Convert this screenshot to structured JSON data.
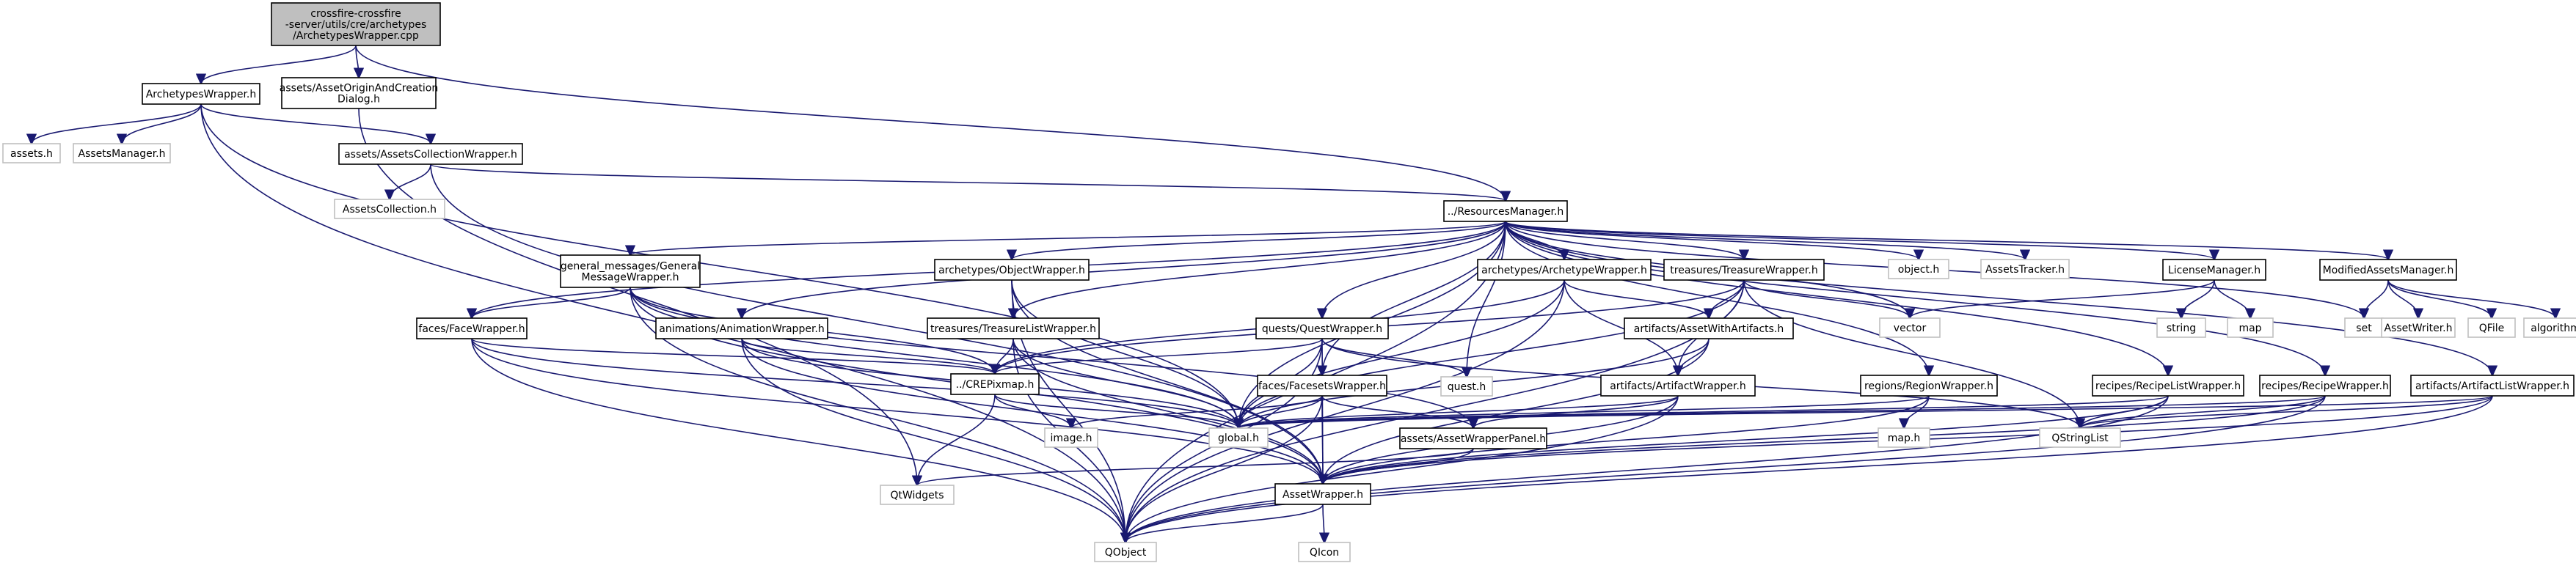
{
  "diagram": {
    "type": "include-dependency-graph",
    "colors": {
      "edge": "#191970",
      "root_fill": "#bfbfbf",
      "external_border": "#bfbfbf",
      "node_border": "#000000"
    },
    "nodes": [
      {
        "id": "root",
        "lines": [
          "crossfire-crossfire",
          "-server/utils/cre/archetypes",
          "/ArchetypesWrapper.cpp"
        ],
        "kind": "root"
      },
      {
        "id": "archetypeswrapper_h",
        "lines": [
          "ArchetypesWrapper.h"
        ],
        "kind": "file"
      },
      {
        "id": "assetorigin_h",
        "lines": [
          "assets/AssetOriginAndCreation",
          "Dialog.h"
        ],
        "kind": "file"
      },
      {
        "id": "assets_h",
        "lines": [
          "assets.h"
        ],
        "kind": "external"
      },
      {
        "id": "assetsmanager_h",
        "lines": [
          "AssetsManager.h"
        ],
        "kind": "external"
      },
      {
        "id": "assetscollectionwrapper_h",
        "lines": [
          "assets/AssetsCollectionWrapper.h"
        ],
        "kind": "file"
      },
      {
        "id": "assetscollection_h",
        "lines": [
          "AssetsCollection.h"
        ],
        "kind": "external"
      },
      {
        "id": "resourcesmanager_h",
        "lines": [
          "../ResourcesManager.h"
        ],
        "kind": "file"
      },
      {
        "id": "generalmessagewrapper_h",
        "lines": [
          "general_messages/General",
          "MessageWrapper.h"
        ],
        "kind": "file"
      },
      {
        "id": "objectwrapper_h",
        "lines": [
          "archetypes/ObjectWrapper.h"
        ],
        "kind": "file"
      },
      {
        "id": "archetypewrapper_h",
        "lines": [
          "archetypes/ArchetypeWrapper.h"
        ],
        "kind": "file"
      },
      {
        "id": "treasurewrapper_h",
        "lines": [
          "treasures/TreasureWrapper.h"
        ],
        "kind": "file"
      },
      {
        "id": "object_h",
        "lines": [
          "object.h"
        ],
        "kind": "external"
      },
      {
        "id": "assetstracker_h",
        "lines": [
          "AssetsTracker.h"
        ],
        "kind": "external"
      },
      {
        "id": "licensemanager_h",
        "lines": [
          "LicenseManager.h"
        ],
        "kind": "file"
      },
      {
        "id": "modifiedassetsmanager_h",
        "lines": [
          "ModifiedAssetsManager.h"
        ],
        "kind": "file"
      },
      {
        "id": "string",
        "lines": [
          "string"
        ],
        "kind": "external"
      },
      {
        "id": "map",
        "lines": [
          "map"
        ],
        "kind": "external"
      },
      {
        "id": "set",
        "lines": [
          "set"
        ],
        "kind": "external"
      },
      {
        "id": "assetwriter_h",
        "lines": [
          "AssetWriter.h"
        ],
        "kind": "external"
      },
      {
        "id": "qfile",
        "lines": [
          "QFile"
        ],
        "kind": "external"
      },
      {
        "id": "algorithm",
        "lines": [
          "algorithm"
        ],
        "kind": "external"
      },
      {
        "id": "vector",
        "lines": [
          "vector"
        ],
        "kind": "external"
      },
      {
        "id": "facewrapper_h",
        "lines": [
          "faces/FaceWrapper.h"
        ],
        "kind": "file"
      },
      {
        "id": "animationwrapper_h",
        "lines": [
          "animations/AnimationWrapper.h"
        ],
        "kind": "file"
      },
      {
        "id": "treasurelistwrapper_h",
        "lines": [
          "treasures/TreasureListWrapper.h"
        ],
        "kind": "file"
      },
      {
        "id": "questwrapper_h",
        "lines": [
          "quests/QuestWrapper.h"
        ],
        "kind": "file"
      },
      {
        "id": "assetwithartifacts_h",
        "lines": [
          "artifacts/AssetWithArtifacts.h"
        ],
        "kind": "file"
      },
      {
        "id": "facesetswrapper_h",
        "lines": [
          "faces/FacesetsWrapper.h"
        ],
        "kind": "file"
      },
      {
        "id": "crepixmap_h",
        "lines": [
          "../CREPixmap.h"
        ],
        "kind": "file"
      },
      {
        "id": "quest_h",
        "lines": [
          "quest.h"
        ],
        "kind": "external"
      },
      {
        "id": "artifactwrapper_h",
        "lines": [
          "artifacts/ArtifactWrapper.h"
        ],
        "kind": "file"
      },
      {
        "id": "regionwrapper_h",
        "lines": [
          "regions/RegionWrapper.h"
        ],
        "kind": "file"
      },
      {
        "id": "recipelistwrapper_h",
        "lines": [
          "recipes/RecipeListWrapper.h"
        ],
        "kind": "file"
      },
      {
        "id": "recipewrapper_h",
        "lines": [
          "recipes/RecipeWrapper.h"
        ],
        "kind": "file"
      },
      {
        "id": "artifactlistwrapper_h",
        "lines": [
          "artifacts/ArtifactListWrapper.h"
        ],
        "kind": "file"
      },
      {
        "id": "image_h",
        "lines": [
          "image.h"
        ],
        "kind": "external"
      },
      {
        "id": "global_h",
        "lines": [
          "global.h"
        ],
        "kind": "external"
      },
      {
        "id": "assetwrapperpanel_h",
        "lines": [
          "assets/AssetWrapperPanel.h"
        ],
        "kind": "file"
      },
      {
        "id": "map_h",
        "lines": [
          "map.h"
        ],
        "kind": "external"
      },
      {
        "id": "qstringlist",
        "lines": [
          "QStringList"
        ],
        "kind": "external"
      },
      {
        "id": "qtwidgets",
        "lines": [
          "QtWidgets"
        ],
        "kind": "external"
      },
      {
        "id": "assetwrapper_h",
        "lines": [
          "AssetWrapper.h"
        ],
        "kind": "file"
      },
      {
        "id": "qicon",
        "lines": [
          "QIcon"
        ],
        "kind": "external"
      },
      {
        "id": "qobject",
        "lines": [
          "QObject"
        ],
        "kind": "external"
      }
    ],
    "edges": [
      [
        "root",
        "archetypeswrapper_h"
      ],
      [
        "root",
        "assetorigin_h"
      ],
      [
        "root",
        "resourcesmanager_h"
      ],
      [
        "archetypeswrapper_h",
        "assets_h"
      ],
      [
        "archetypeswrapper_h",
        "assetsmanager_h"
      ],
      [
        "archetypeswrapper_h",
        "assetscollectionwrapper_h"
      ],
      [
        "archetypeswrapper_h",
        "qobject"
      ],
      [
        "archetypeswrapper_h",
        "global_h"
      ],
      [
        "assetorigin_h",
        "qtwidgets"
      ],
      [
        "assetscollectionwrapper_h",
        "assetscollection_h"
      ],
      [
        "assetscollectionwrapper_h",
        "resourcesmanager_h"
      ],
      [
        "assetscollectionwrapper_h",
        "assetwrapper_h"
      ],
      [
        "resourcesmanager_h",
        "generalmessagewrapper_h"
      ],
      [
        "resourcesmanager_h",
        "objectwrapper_h"
      ],
      [
        "resourcesmanager_h",
        "archetypewrapper_h"
      ],
      [
        "resourcesmanager_h",
        "treasurewrapper_h"
      ],
      [
        "resourcesmanager_h",
        "object_h"
      ],
      [
        "resourcesmanager_h",
        "assetstracker_h"
      ],
      [
        "resourcesmanager_h",
        "licensemanager_h"
      ],
      [
        "resourcesmanager_h",
        "modifiedassetsmanager_h"
      ],
      [
        "resourcesmanager_h",
        "set"
      ],
      [
        "resourcesmanager_h",
        "facewrapper_h"
      ],
      [
        "resourcesmanager_h",
        "animationwrapper_h"
      ],
      [
        "resourcesmanager_h",
        "treasurelistwrapper_h"
      ],
      [
        "resourcesmanager_h",
        "questwrapper_h"
      ],
      [
        "resourcesmanager_h",
        "facesetswrapper_h"
      ],
      [
        "resourcesmanager_h",
        "quest_h"
      ],
      [
        "resourcesmanager_h",
        "regionwrapper_h"
      ],
      [
        "resourcesmanager_h",
        "recipelistwrapper_h"
      ],
      [
        "resourcesmanager_h",
        "recipewrapper_h"
      ],
      [
        "resourcesmanager_h",
        "artifactlistwrapper_h"
      ],
      [
        "resourcesmanager_h",
        "global_h"
      ],
      [
        "resourcesmanager_h",
        "qobject"
      ],
      [
        "resourcesmanager_h",
        "vector"
      ],
      [
        "licensemanager_h",
        "string"
      ],
      [
        "licensemanager_h",
        "map"
      ],
      [
        "licensemanager_h",
        "vector"
      ],
      [
        "modifiedassetsmanager_h",
        "set"
      ],
      [
        "modifiedassetsmanager_h",
        "assetwriter_h"
      ],
      [
        "modifiedassetsmanager_h",
        "qfile"
      ],
      [
        "modifiedassetsmanager_h",
        "algorithm"
      ],
      [
        "generalmessagewrapper_h",
        "facewrapper_h"
      ],
      [
        "generalmessagewrapper_h",
        "crepixmap_h"
      ],
      [
        "generalmessagewrapper_h",
        "assetwrapper_h"
      ],
      [
        "generalmessagewrapper_h",
        "qobject"
      ],
      [
        "generalmessagewrapper_h",
        "global_h"
      ],
      [
        "generalmessagewrapper_h",
        "assetwrapperpanel_h"
      ],
      [
        "objectwrapper_h",
        "treasurelistwrapper_h"
      ],
      [
        "objectwrapper_h",
        "assetwrapper_h"
      ],
      [
        "objectwrapper_h",
        "qobject"
      ],
      [
        "objectwrapper_h",
        "global_h"
      ],
      [
        "archetypewrapper_h",
        "assetwithartifacts_h"
      ],
      [
        "archetypewrapper_h",
        "crepixmap_h"
      ],
      [
        "archetypewrapper_h",
        "artifactwrapper_h"
      ],
      [
        "archetypewrapper_h",
        "qobject"
      ],
      [
        "archetypewrapper_h",
        "global_h"
      ],
      [
        "treasurewrapper_h",
        "assetwithartifacts_h"
      ],
      [
        "treasurewrapper_h",
        "artifactwrapper_h"
      ],
      [
        "treasurewrapper_h",
        "crepixmap_h"
      ],
      [
        "treasurewrapper_h",
        "qstringlist"
      ],
      [
        "treasurewrapper_h",
        "vector"
      ],
      [
        "treasurewrapper_h",
        "qobject"
      ],
      [
        "treasurewrapper_h",
        "global_h"
      ],
      [
        "facewrapper_h",
        "crepixmap_h"
      ],
      [
        "facewrapper_h",
        "assetwrapper_h"
      ],
      [
        "facewrapper_h",
        "qobject"
      ],
      [
        "facewrapper_h",
        "global_h"
      ],
      [
        "animationwrapper_h",
        "crepixmap_h"
      ],
      [
        "animationwrapper_h",
        "assetwrapper_h"
      ],
      [
        "animationwrapper_h",
        "qobject"
      ],
      [
        "animationwrapper_h",
        "global_h"
      ],
      [
        "treasurelistwrapper_h",
        "crepixmap_h"
      ],
      [
        "treasurelistwrapper_h",
        "assetwrapper_h"
      ],
      [
        "treasurelistwrapper_h",
        "qobject"
      ],
      [
        "treasurelistwrapper_h",
        "global_h"
      ],
      [
        "questwrapper_h",
        "quest_h"
      ],
      [
        "questwrapper_h",
        "crepixmap_h"
      ],
      [
        "questwrapper_h",
        "assetwrapper_h"
      ],
      [
        "questwrapper_h",
        "qobject"
      ],
      [
        "questwrapper_h",
        "global_h"
      ],
      [
        "questwrapper_h",
        "qstringlist"
      ],
      [
        "assetwithartifacts_h",
        "artifactwrapper_h"
      ],
      [
        "assetwithartifacts_h",
        "assetwrapper_h"
      ],
      [
        "assetwithartifacts_h",
        "global_h"
      ],
      [
        "facesetswrapper_h",
        "assetwrapperpanel_h"
      ],
      [
        "facesetswrapper_h",
        "assetwrapper_h"
      ],
      [
        "facesetswrapper_h",
        "qobject"
      ],
      [
        "facesetswrapper_h",
        "global_h"
      ],
      [
        "facesetswrapper_h",
        "image_h"
      ],
      [
        "crepixmap_h",
        "image_h"
      ],
      [
        "crepixmap_h",
        "global_h"
      ],
      [
        "crepixmap_h",
        "qtwidgets"
      ],
      [
        "artifactwrapper_h",
        "assetwrapperpanel_h"
      ],
      [
        "artifactwrapper_h",
        "assetwrapper_h"
      ],
      [
        "artifactwrapper_h",
        "qobject"
      ],
      [
        "artifactwrapper_h",
        "global_h"
      ],
      [
        "regionwrapper_h",
        "map_h"
      ],
      [
        "regionwrapper_h",
        "assetwrapper_h"
      ],
      [
        "regionwrapper_h",
        "global_h"
      ],
      [
        "recipelistwrapper_h",
        "assetwrapper_h"
      ],
      [
        "recipelistwrapper_h",
        "qobject"
      ],
      [
        "recipelistwrapper_h",
        "qstringlist"
      ],
      [
        "recipelistwrapper_h",
        "global_h"
      ],
      [
        "recipewrapper_h",
        "assetwrapper_h"
      ],
      [
        "recipewrapper_h",
        "qobject"
      ],
      [
        "recipewrapper_h",
        "qstringlist"
      ],
      [
        "recipewrapper_h",
        "global_h"
      ],
      [
        "artifactlistwrapper_h",
        "assetwrapper_h"
      ],
      [
        "artifactlistwrapper_h",
        "qobject"
      ],
      [
        "artifactlistwrapper_h",
        "qstringlist"
      ],
      [
        "artifactlistwrapper_h",
        "global_h"
      ],
      [
        "assetwrapperpanel_h",
        "qtwidgets"
      ],
      [
        "assetwrapperpanel_h",
        "assetwrapper_h"
      ],
      [
        "assetwrapper_h",
        "qicon"
      ],
      [
        "assetwrapper_h",
        "qobject"
      ]
    ]
  }
}
